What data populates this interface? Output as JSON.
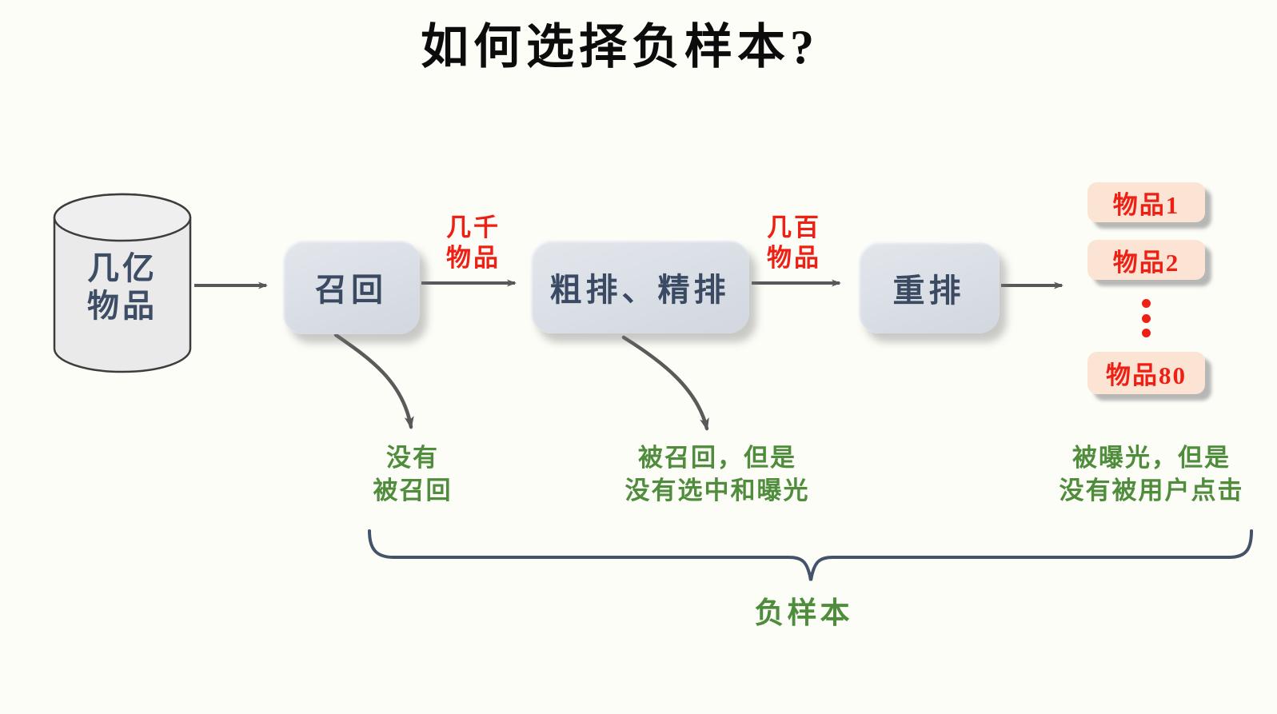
{
  "title": "如何选择负样本?",
  "source": {
    "name": "items-database",
    "lines": [
      "几亿",
      "物品"
    ]
  },
  "stages": [
    {
      "label": "召回"
    },
    {
      "label": "粗排、精排"
    },
    {
      "label": "重排"
    }
  ],
  "edge_labels": [
    {
      "lines": [
        "几千",
        "物品"
      ]
    },
    {
      "lines": [
        "几百",
        "物品"
      ]
    }
  ],
  "output_items": [
    {
      "label": "物品1"
    },
    {
      "label": "物品2"
    },
    {
      "label": "物品80"
    }
  ],
  "ellipsis_dot_count": 3,
  "notes": [
    {
      "lines": [
        "没有",
        "被召回"
      ]
    },
    {
      "lines": [
        "被召回，但是",
        "没有选中和曝光"
      ]
    },
    {
      "lines": [
        "被曝光，但是",
        "没有被用户点击"
      ]
    }
  ],
  "brace_label": "负样本",
  "colors": {
    "background": "#fdfdf8",
    "title_text": "#0c0c0c",
    "red_accent": "#ee2015",
    "green_accent": "#4f8c3c",
    "navy_text": "#3b4a63",
    "stage_fill": "#d6dbe3",
    "item_fill": "#fbe4d4",
    "cylinder_fill": "#eaeaea",
    "arrow": "#56585a",
    "brace": "#44526a"
  }
}
